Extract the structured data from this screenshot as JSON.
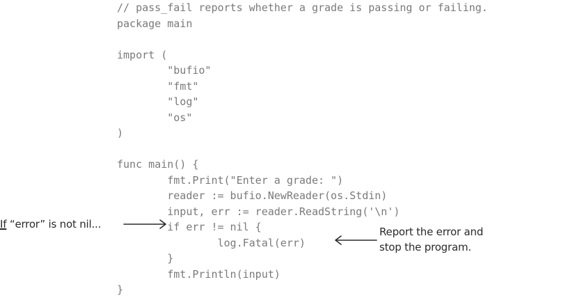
{
  "code": {
    "lines": [
      "// pass_fail reports whether a grade is passing or failing.",
      "package main",
      "",
      "import (",
      "        \"bufio\"",
      "        \"fmt\"",
      "        \"log\"",
      "        \"os\"",
      ")",
      "",
      "func main() {",
      "        fmt.Print(\"Enter a grade: \")",
      "        reader := bufio.NewReader(os.Stdin)",
      "        input, err := reader.ReadString('\\n')",
      "        if err != nil {",
      "                log.Fatal(err)",
      "        }",
      "        fmt.Println(input)",
      "}"
    ]
  },
  "annotations": {
    "left": {
      "underlined": "If",
      "rest": " “error” is not nil..."
    },
    "right": {
      "line1": "Report the error and",
      "line2": "stop the program."
    }
  }
}
